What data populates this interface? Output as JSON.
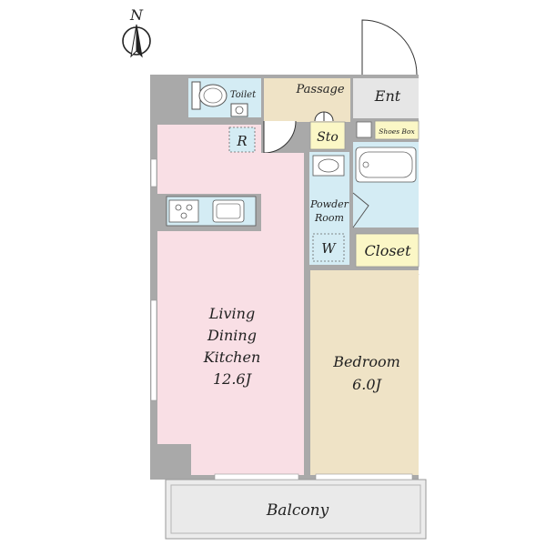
{
  "compass": {
    "north_label": "N",
    "icon": "north-arrow-icon"
  },
  "rooms": {
    "ldk": {
      "lines": [
        "Living",
        "Dining",
        "Kitchen",
        "12.6J"
      ]
    },
    "bedroom": {
      "lines": [
        "Bedroom",
        "6.0J"
      ]
    },
    "balcony": "Balcony",
    "toilet": "Toilet",
    "passage": "Passage",
    "entrance": "Ent",
    "storage": "Sto",
    "shoes_box": "Shoes Box",
    "powder_room": {
      "lines": [
        "Powder",
        "Room"
      ]
    },
    "washer": "W",
    "closet": "Closet",
    "refrigerator": "R"
  },
  "colors": {
    "wall": "#a9a9a9",
    "ldk": "#f9dfe5",
    "bedroom": "#efe3c6",
    "wet_area": "#d4ecf4",
    "passage": "#efe3c6",
    "entrance": "#e6e6e6",
    "storage": "#fbf7c6",
    "balcony": "#ececec"
  }
}
